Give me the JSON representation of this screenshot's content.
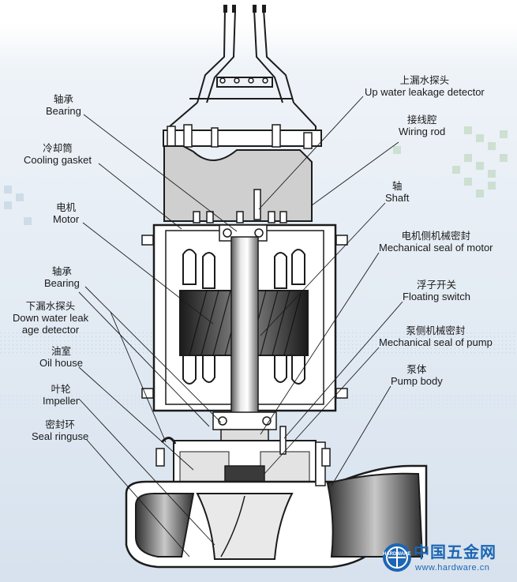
{
  "labels": {
    "bearing_top": {
      "cn": "轴承",
      "en": "Bearing"
    },
    "cooling": {
      "cn": "冷却筒",
      "en": "Cooling gasket"
    },
    "motor": {
      "cn": "电机",
      "en": "Motor"
    },
    "bearing_low": {
      "cn": "轴承",
      "en": "Bearing"
    },
    "down_leak": {
      "cn": "下漏水探头",
      "en1": "Down water leak",
      "en2": "age detector"
    },
    "oil": {
      "cn": "油室",
      "en": "Oil house"
    },
    "impeller": {
      "cn": "叶轮",
      "en": "Impeller"
    },
    "seal_ring": {
      "cn": "密封环",
      "en": "Seal ringuse"
    },
    "up_leak": {
      "cn": "上漏水探头",
      "en": "Up water leakage detector"
    },
    "wiring": {
      "cn": "接线腔",
      "en": "Wiring rod"
    },
    "shaft": {
      "cn": "轴",
      "en": "Shaft"
    },
    "mech_motor": {
      "cn": "电机侧机械密封",
      "en": "Mechanical seal of motor"
    },
    "float": {
      "cn": "浮子开关",
      "en": "Floating switch"
    },
    "mech_pump": {
      "cn": "泵侧机械密封",
      "en": "Mechanical seal of pump"
    },
    "pump_body": {
      "cn": "泵体",
      "en": "Pump body"
    }
  },
  "watermark": {
    "logo_text": "中国五金网",
    "badge_text": "HARDWARE",
    "url": "www.hardware.cn"
  },
  "colors": {
    "line": "#1c1c1c",
    "gray_fill": "#cfcfcf",
    "dark": "#2b2b2b",
    "brand_blue": "#1d66b3",
    "bg_blue": "#dfe8f1"
  }
}
